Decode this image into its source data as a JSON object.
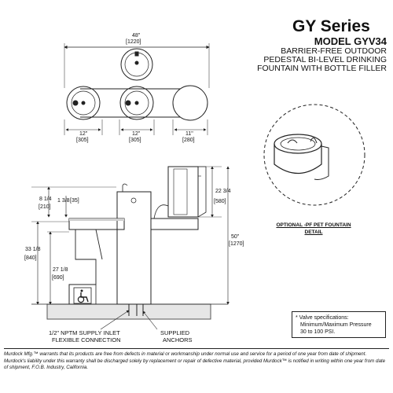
{
  "header": {
    "series": "GY Series",
    "model": "MODEL GYV34",
    "description_lines": [
      "BARRIER-FREE OUTDOOR",
      "PEDESTAL BI-LEVEL DRINKING",
      "FOUNTAIN WITH BOTTLE FILLER"
    ]
  },
  "plan_view": {
    "overall_width": "48\"",
    "overall_width_mm": "[1220]",
    "bottom_dims": [
      {
        "in": "12\"",
        "mm": "[305]"
      },
      {
        "in": "12\"",
        "mm": "[305]"
      },
      {
        "in": "11\"",
        "mm": "[280]"
      }
    ]
  },
  "elevation": {
    "left_dims": [
      {
        "in": "8 1/4",
        "mm": "[210]"
      },
      {
        "in": "1 3/8",
        "mm": "[35]"
      },
      {
        "in": "33 1/8",
        "mm": "[840]"
      },
      {
        "in": "27 1/8",
        "mm": "[690]"
      }
    ],
    "right_dims": [
      {
        "in": "22 3/4",
        "mm": "[580]"
      },
      {
        "in": "50\"",
        "mm": "[1270]"
      }
    ]
  },
  "detail": {
    "label": "OPTIONAL -PF PET FOUNTAIN DETAIL"
  },
  "callouts": {
    "supply_line_1": "1/2\" NPTM SUPPLY INLET",
    "supply_line_2": "FLEXIBLE CONNECTION",
    "anchors_line_1": "SUPPLIED",
    "anchors_line_2": "ANCHORS"
  },
  "valve_note": {
    "line_1": "* Valve specifications:",
    "line_2": "Minimum/Maximum Pressure",
    "line_3": "30 to 100 PSI."
  },
  "warranty": {
    "text": "Murdock Mfg.™ warrants that its products are free from defects in material or workmanship under normal use and service for a period of one year from date of shipment. Murdock's liability under this warranty shall be discharged solely by replacement or repair of defective material, provided Murdock™ is notified in writing within one year from date of shipment, F.O.B. Industry, California."
  },
  "icons": {
    "accessibility": "wheelchair-icon"
  }
}
